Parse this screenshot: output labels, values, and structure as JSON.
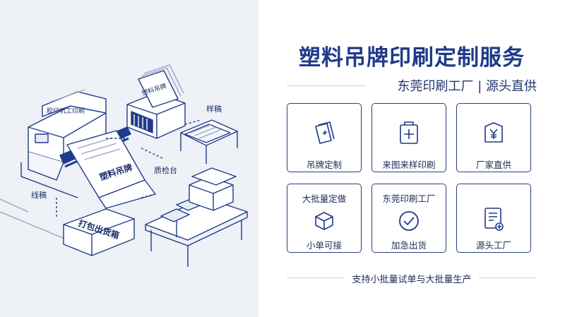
{
  "illustration": {
    "labels": {
      "printer": "胶印机工印刷",
      "tag_stack": "塑料吊牌",
      "sample": "样稿",
      "printed_tag": "塑料吊牌",
      "inspect": "质检台",
      "draft": "线稿",
      "pack": "打包出货箱"
    }
  },
  "header": {
    "title": "塑料吊牌印刷定制服务",
    "subtitle": "东莞印刷工厂 | 源头直供"
  },
  "cards": [
    {
      "top": "",
      "bottom": "吊牌定制",
      "icon": "tags-icon"
    },
    {
      "top": "",
      "bottom": "来图来样印刷",
      "icon": "clipboard-plus-icon"
    },
    {
      "top": "",
      "bottom": "厂家直供",
      "icon": "yen-shield-icon"
    },
    {
      "top": "大批量定做",
      "bottom": "小单可接",
      "icon": "box-icon"
    },
    {
      "top": "东莞印刷工厂",
      "bottom": "加急出货",
      "icon": "check-circle-icon"
    },
    {
      "top": "",
      "bottom": "源头工厂",
      "icon": "document-icon"
    }
  ],
  "footer": {
    "text": "支持小批量试单与大批量生产"
  },
  "colors": {
    "accent": "#1f3a8a",
    "line": "#2a3f7f",
    "illustration_bg": "#eef1f5"
  }
}
